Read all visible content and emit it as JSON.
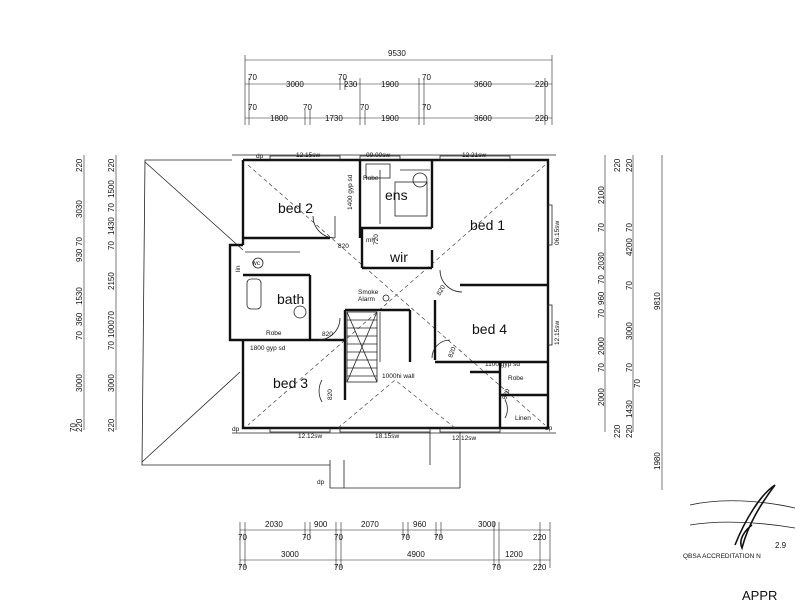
{
  "rooms": {
    "bed1": "bed 1",
    "bed2": "bed 2",
    "bed3": "bed 3",
    "bed4": "bed 4",
    "ens": "ens",
    "wir": "wir",
    "bath": "bath",
    "lin": "lin",
    "robe": "Robe",
    "linen": "Linen",
    "wc": "wc"
  },
  "notes": {
    "smoke_alarm": "Smoke",
    "smoke_alarm2": "Alarm",
    "robe1_note": "1400 gyp sd",
    "ens_note": "720",
    "wir_mh": "mh",
    "bed2_door": "820",
    "bed1_door": "820",
    "bath_door": "820",
    "bed3_door": "820",
    "bed4_door": "820",
    "linen_door": "820",
    "robe_note": "1800 gyp sd",
    "robe4_note": "1100 gyp sd",
    "wall_note": "1000hi wall",
    "bath_label": "bath",
    "top_window1": "12.15sw",
    "top_window2": "12.21sw",
    "top_window_mid": "09.00sw",
    "right_window1": "06.15sw",
    "right_window2": "12.15sw",
    "bot_window1": "12.12sw",
    "bot_window2": "18.15sw",
    "bot_window3": "12.12sw",
    "dp1": "dp",
    "dp2": "dp",
    "dp3": "dp",
    "dp4": "dp"
  },
  "top_dims": {
    "overall": "9530",
    "row1": [
      "70",
      "3000",
      "70",
      "230",
      "1900",
      "70",
      "3600",
      "220"
    ],
    "row2": [
      "70",
      "1800",
      "70",
      "1730",
      "70",
      "1900",
      "70",
      "3600",
      "220"
    ]
  },
  "left_dims": {
    "col1": [
      "220",
      "3030",
      "70",
      "930",
      "1530",
      "70",
      "360",
      "3000",
      "220",
      "70"
    ],
    "col2": [
      "220",
      "1500",
      "70",
      "1430",
      "70",
      "2150",
      "70",
      "1000",
      "70",
      "3000",
      "220"
    ]
  },
  "right_dims": {
    "col1": [
      "220",
      "2100",
      "70",
      "2030",
      "70",
      "960",
      "70",
      "2000",
      "70",
      "2000",
      "1430",
      "220"
    ],
    "col2": [
      "220",
      "70",
      "4200",
      "70",
      "3000",
      "70",
      "70",
      "220"
    ],
    "overall": "9810",
    "below": "1980"
  },
  "bottom_dims": {
    "row1": [
      "70",
      "2030",
      "70",
      "900",
      "70",
      "2070",
      "70",
      "960",
      "70",
      "3000",
      "220"
    ],
    "row2": [
      "70",
      "3000",
      "70",
      "4900",
      "70",
      "1200",
      "220"
    ]
  },
  "stamp": {
    "line1": "2.9",
    "line2": "QBSA ACCREDITATION N",
    "corner": "APPR"
  }
}
